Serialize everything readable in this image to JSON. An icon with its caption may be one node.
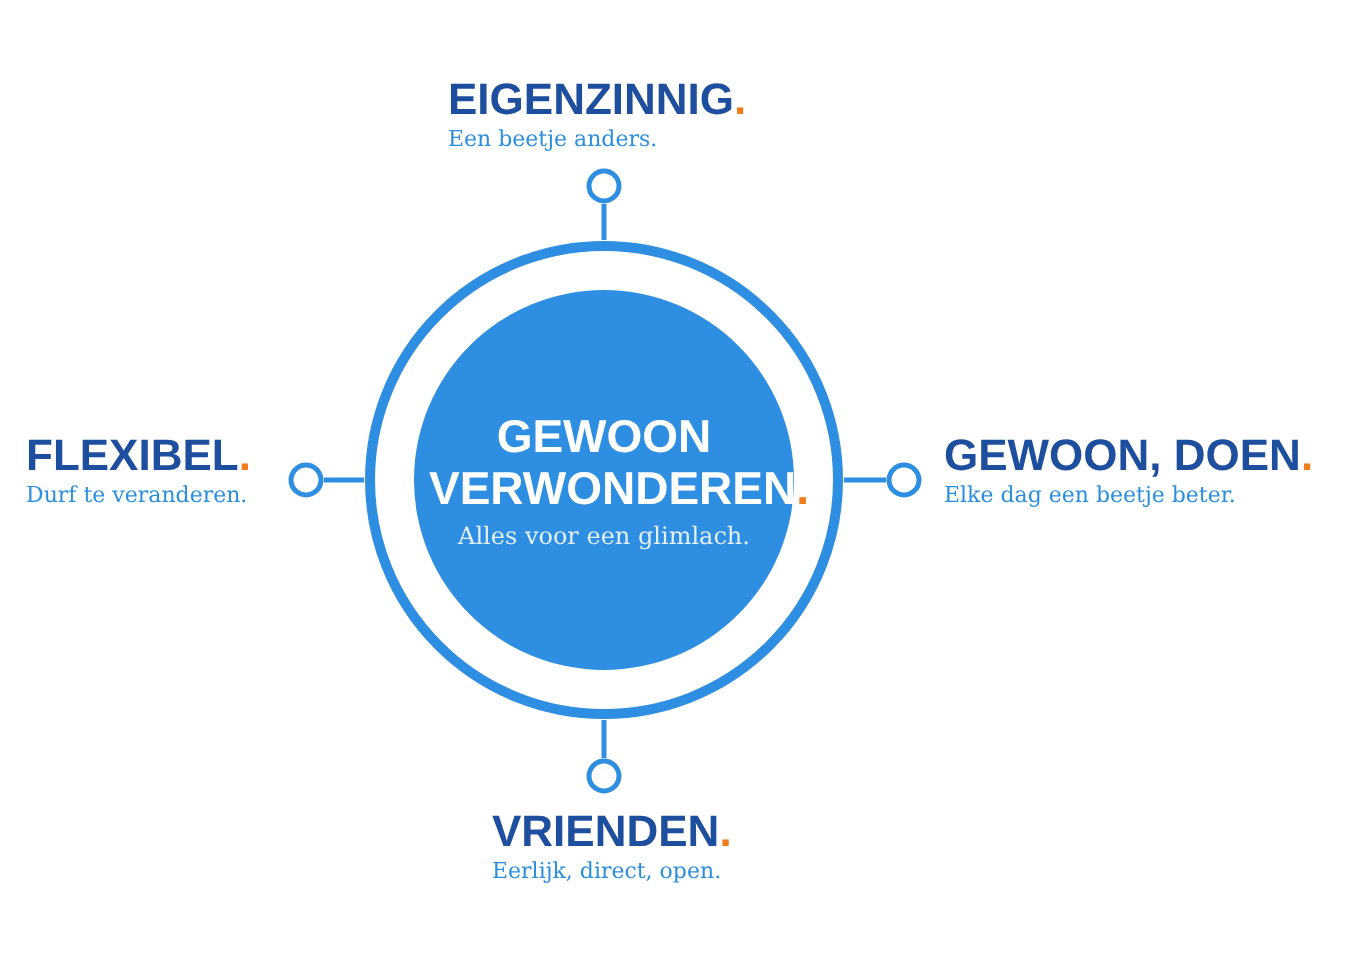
{
  "diagram": {
    "nodes": [
      {
        "text": [],
        "shape": "circle"
      },
      {
        "text": [
          "GEWOON VERWONDEREN.",
          "Alles voor een glimlach."
        ],
        "in": 0
      },
      {
        "text": [],
        "shape": "circle",
        "beside": [
          "EIGENZINNIG.",
          "Een beetje anders."
        ]
      },
      {
        "text": [],
        "shape": "circle",
        "beside": [
          "FLEXIBEL.",
          "Durf te veranderen."
        ]
      },
      {
        "text": [],
        "shape": "circle",
        "beside": [
          "GEWOON, DOEN.",
          "Elke dag een beetje beter."
        ]
      },
      {
        "text": [],
        "shape": "circle",
        "beside": [
          "VRIENDEN.",
          "Eerlijk, direct, open."
        ]
      }
    ],
    "edges": [
      {
        "from": 2,
        "to": 0,
        "arrow": "none"
      },
      {
        "from": 3,
        "to": 0,
        "arrow": "none"
      },
      {
        "from": 4,
        "to": 0,
        "arrow": "none"
      },
      {
        "from": 5,
        "to": 0,
        "arrow": "none"
      }
    ]
  }
}
